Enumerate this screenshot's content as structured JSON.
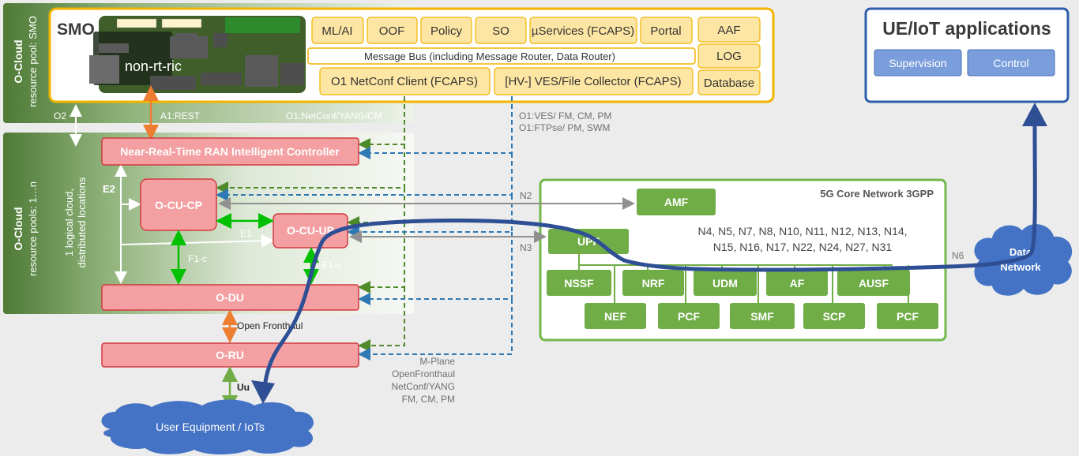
{
  "colors": {
    "background": "#ececec",
    "cloud_green_dark": "#507c3a",
    "smo_border": "#f2b400",
    "smo_box_fill": "#fde6a3",
    "node_red_fill": "#f4a0a3",
    "node_red_border": "#d23a3f",
    "core_green": "#70ad47",
    "core_border": "#72b84a",
    "ue_blue": "#4472c4",
    "apps_border": "#2e5eaa",
    "apps_box": "#7a9edb",
    "flow_dark_blue": "#2f4f94",
    "dashed_green": "#4f8a2a",
    "dashed_blue": "#2e78b3",
    "arrow_orange": "#ed7d31",
    "arrow_light_green": "#00c000",
    "arrow_grey": "#909090"
  },
  "o_cloud_smo": {
    "title": "O-Cloud",
    "subtitle": "resource pool: SMO"
  },
  "o_cloud_ran": {
    "title": "O-Cloud",
    "subtitle": "resource pools: 1…n",
    "note_line1": "1 logical cloud,",
    "note_line2": "distributed locations"
  },
  "smo": {
    "title": "SMO",
    "non_rt_ric": "non-rt-ric",
    "boxes": {
      "ml_ai": "ML/AI",
      "oof": "OOF",
      "policy": "Policy",
      "so": "SO",
      "uservices": "µServices (FCAPS)",
      "portal": "Portal",
      "aaf": "AAF",
      "log": "LOG",
      "database": "Database",
      "message_bus": "Message Bus (including Message Router, Data Router)",
      "o1_netconf_client": "O1 NetConf Client (FCAPS)",
      "ves_collector": "[HV-] VES/File Collector (FCAPS)"
    }
  },
  "interfaces": {
    "o2": "O2",
    "a1": "A1:REST",
    "o1_netconf": "O1:NetConf/YANG/CM",
    "o1_ves_line1": "O1:VES/ FM, CM, PM",
    "o1_ves_line2": "O1:FTPse/ PM, SWM",
    "e2": "E2",
    "e1": "E1",
    "f1c": "F1-c",
    "f1u": "F1-u",
    "n2": "N2",
    "n3": "N3",
    "n6": "N6",
    "open_fronthaul": "Open Fronthaul",
    "uu": "Uu",
    "mplane_line1": "M-Plane",
    "mplane_line2": "OpenFronthaul",
    "mplane_line3": "NetConf/YANG",
    "mplane_line4": "FM, CM, PM"
  },
  "ran": {
    "near_rt_ric": "Near-Real-Time RAN Intelligent Controller",
    "ocu_cp": "O-CU-CP",
    "ocu_up": "O-CU-UP",
    "odu": "O-DU",
    "oru": "O-RU"
  },
  "core": {
    "title": "5G Core Network 3GPP",
    "amf": "AMF",
    "upf": "UPF",
    "interfaces_line1": "N4, N5, N7, N8, N10, N11, N12, N13, N14,",
    "interfaces_line2": "N15, N16, N17, N22, N24, N27, N31",
    "nssf": "NSSF",
    "nrf": "NRF",
    "udm": "UDM",
    "af": "AF",
    "ausf": "AUSF",
    "nef": "NEF",
    "pcf_1": "PCF",
    "smf": "SMF",
    "scp": "SCP",
    "pcf_2": "PCF"
  },
  "data_network": {
    "line1": "Data",
    "line2": "Network"
  },
  "user_equipment": "User Equipment / IoTs",
  "apps": {
    "title": "UE/IoT applications",
    "supervision": "Supervision",
    "control": "Control"
  }
}
